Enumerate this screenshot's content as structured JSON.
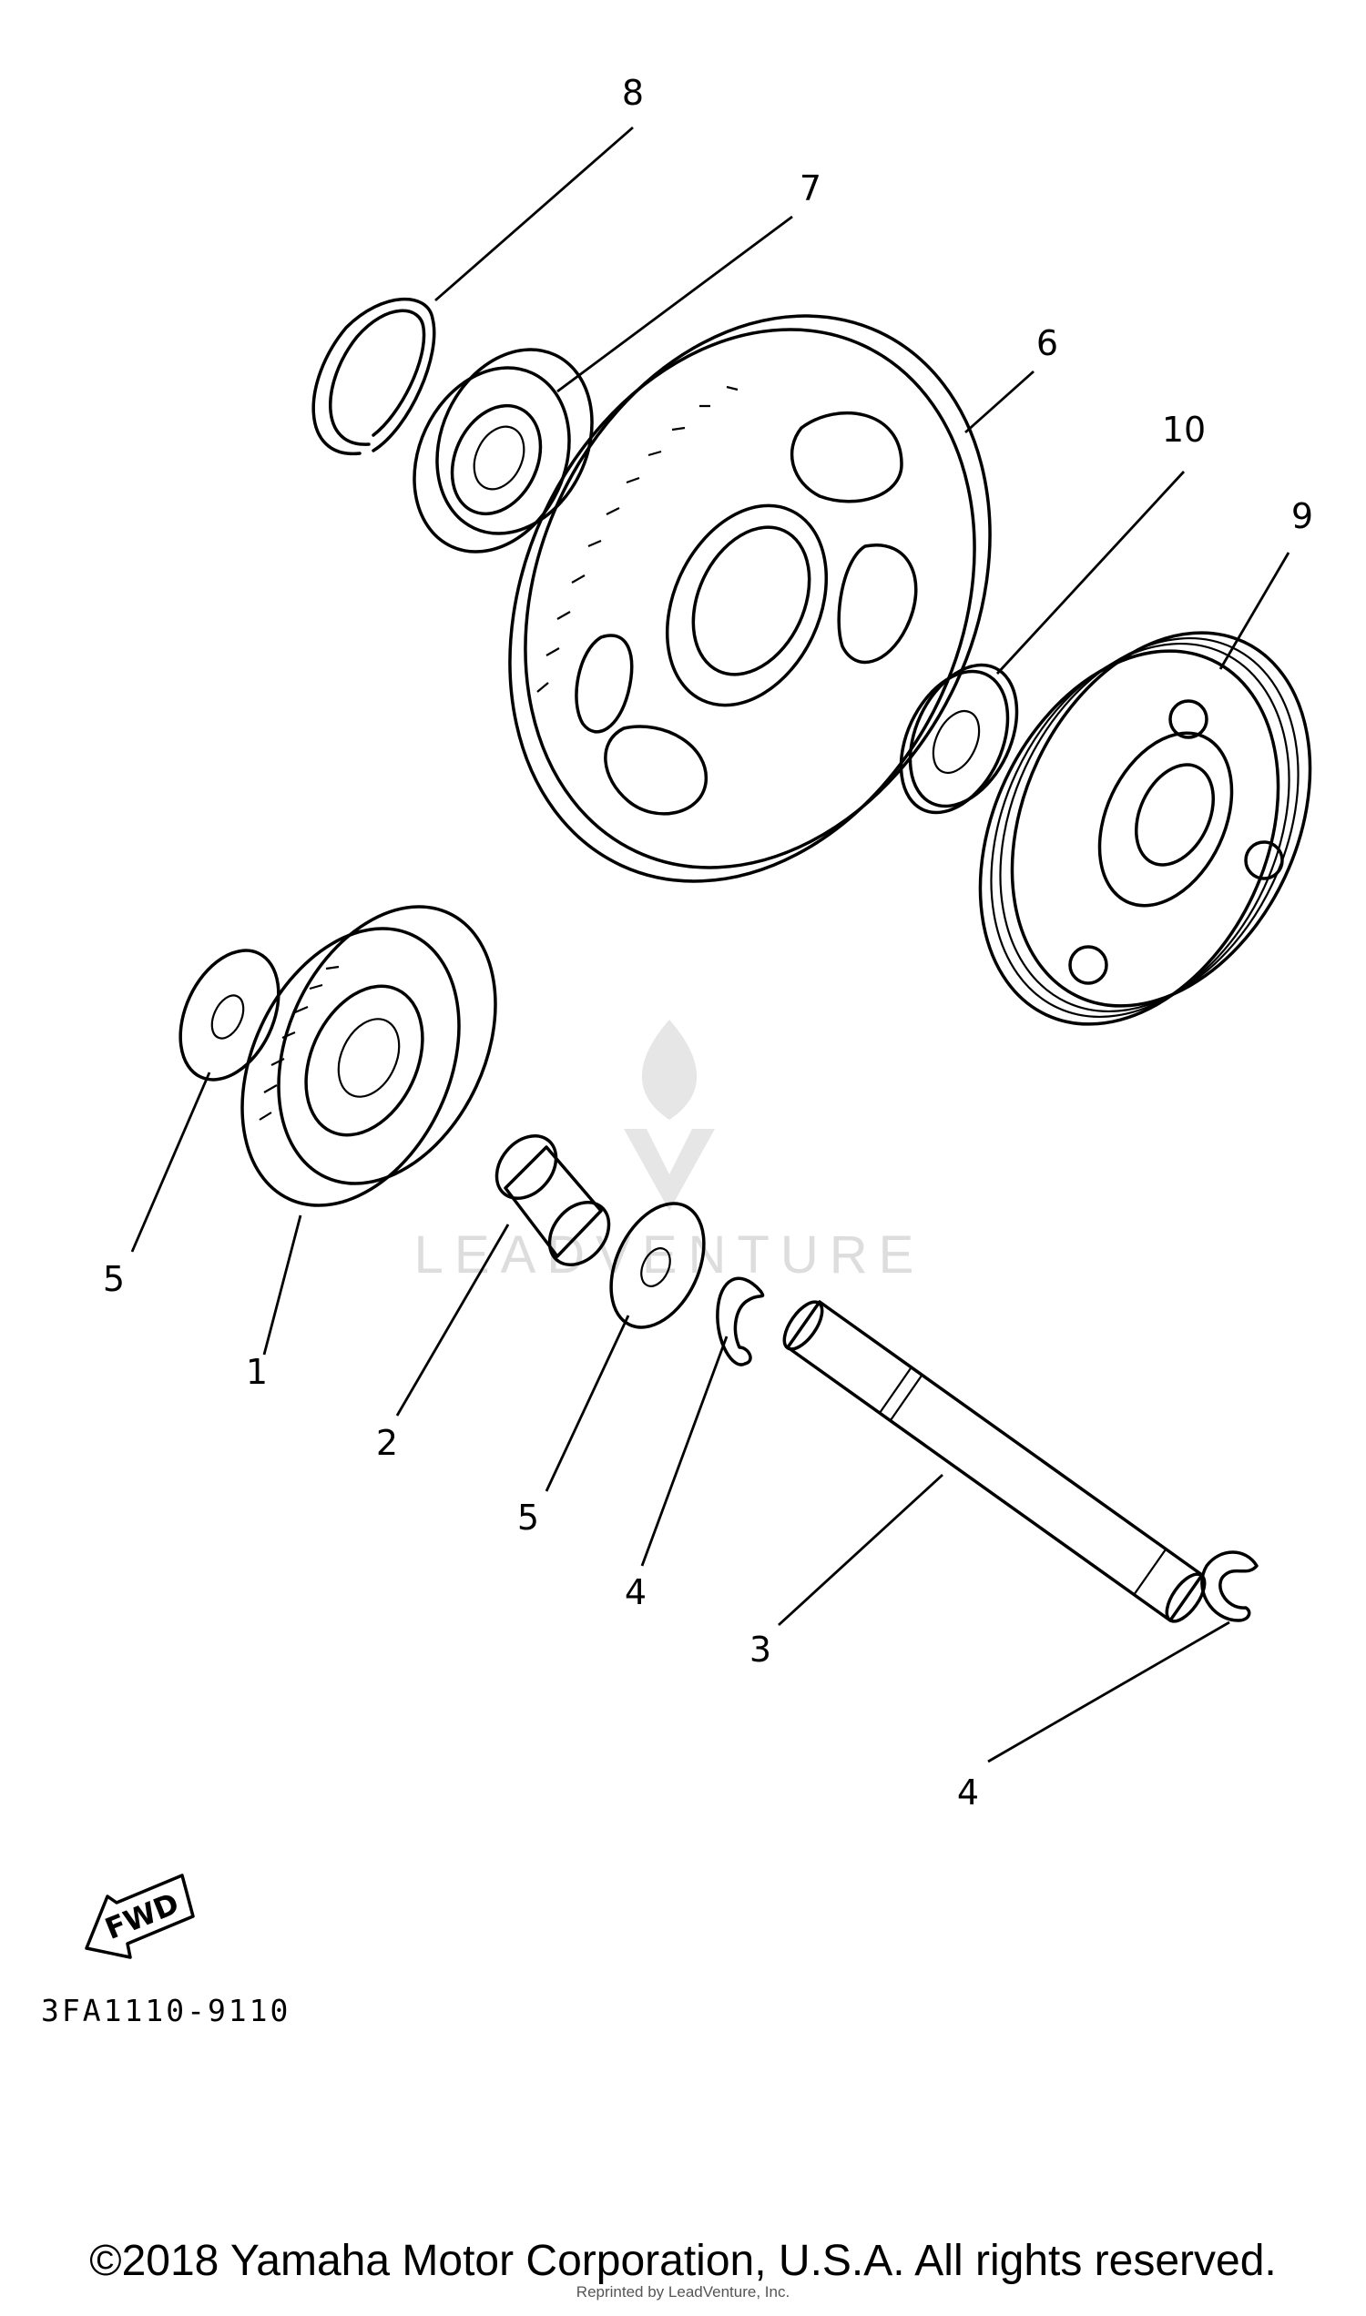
{
  "callouts": [
    {
      "id": "c8",
      "label": "8"
    },
    {
      "id": "c7",
      "label": "7"
    },
    {
      "id": "c6",
      "label": "6"
    },
    {
      "id": "c10",
      "label": "10"
    },
    {
      "id": "c9",
      "label": "9"
    },
    {
      "id": "c5a",
      "label": "5"
    },
    {
      "id": "c1",
      "label": "1"
    },
    {
      "id": "c2",
      "label": "2"
    },
    {
      "id": "c5b",
      "label": "5"
    },
    {
      "id": "c4a",
      "label": "4"
    },
    {
      "id": "c3",
      "label": "3"
    },
    {
      "id": "c4b",
      "label": "4"
    }
  ],
  "fwd_arrow": {
    "label": "FWD"
  },
  "drawing_code": "3FA1110-9110",
  "watermark": {
    "text": "LEADVENTURE"
  },
  "footer": {
    "copyright": "©2018 Yamaha Motor Corporation, U.S.A. All rights reserved.",
    "reprint": "Reprinted by LeadVenture, Inc."
  }
}
